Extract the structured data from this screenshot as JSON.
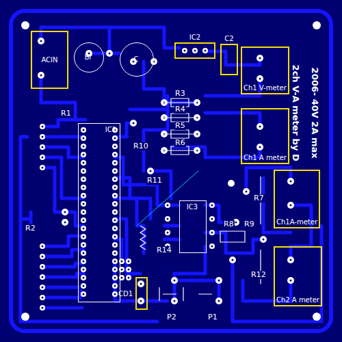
{
  "diagram": {
    "nodes": [
      {
        "text": [
          "ACIN"
        ]
      },
      {
        "text": [
          "Br"
        ]
      },
      {
        "text": [
          "C"
        ]
      },
      {
        "text": [
          "IC2"
        ]
      },
      {
        "text": [
          "C2"
        ]
      },
      {
        "text": [
          "Ch1 V-meter"
        ]
      },
      {
        "text": [
          "IC1"
        ]
      },
      {
        "text": [
          "Ch1 A meter"
        ]
      },
      {
        "text": [
          "IC3"
        ]
      },
      {
        "text": [
          "Ch1A-meter"
        ]
      },
      {
        "text": [
          "CD1"
        ]
      },
      {
        "text": [
          "Ch2 A meter"
        ]
      }
    ],
    "labels": [
      "R1",
      "R2",
      "R3",
      "R4",
      "R5",
      "R6",
      "R10",
      "R11",
      "R14",
      "R7",
      "R8",
      "R9",
      "R12",
      "P2",
      "P1",
      "2ch V-A meter by D",
      "2006- 40V 2A max"
    ]
  }
}
